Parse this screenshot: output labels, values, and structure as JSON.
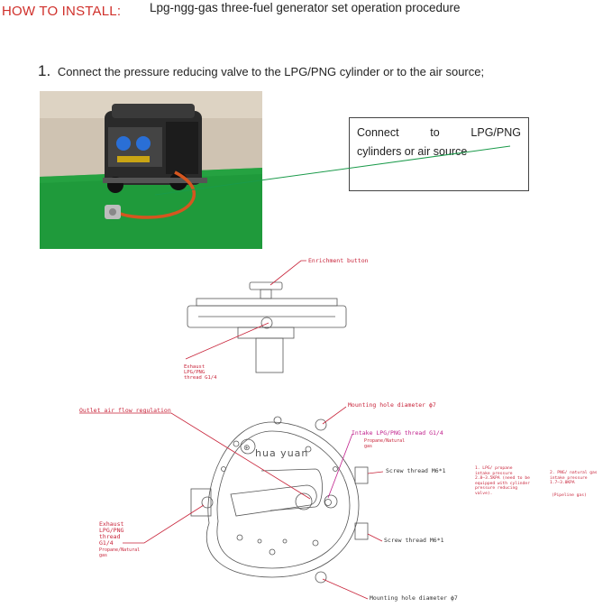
{
  "header": {
    "install_label": "HOW TO INSTALL:",
    "title": "Lpg-ngg-gas three-fuel generator set operation procedure"
  },
  "step1": {
    "number": "1.",
    "text": "Connect the pressure reducing valve to the LPG/PNG cylinder or to the air source;"
  },
  "photo": {
    "callout_line1_a": "Connect",
    "callout_line1_b": "to",
    "callout_line1_c": "LPG/PNG",
    "callout_line2": "cylinders or air source"
  },
  "diagram_top": {
    "enrichment": "Enrichment button",
    "exhaust": [
      "Exhaust",
      "LPG/PNG",
      "thread G1/4"
    ]
  },
  "diagram_bottom": {
    "outlet": "Outlet air flow regulation",
    "mounting_top": "Mounting hole diameter ϕ7",
    "intake": "Intake LPG/PNG thread G1/4",
    "intake_sub": [
      "Propane/Natural",
      "gas"
    ],
    "screw_top": "Screw thread M6*1",
    "screw_bottom": "Screw thread M6*1",
    "mounting_bottom": "Mounting hole diameter ϕ7",
    "logo": "hua yuan",
    "exhaust": [
      "Exhaust",
      "LPG/PNG",
      "thread",
      "G1/4"
    ],
    "exhaust_sub": [
      "Propane/Natural",
      "gas"
    ],
    "note1": [
      "1.    LPG/ propane",
      "intake pressure",
      "2.8–3.5KPA (need to be",
      "equipped with cylinder",
      "pressure reducing",
      "valve)."
    ],
    "note2": [
      "2.    PNG/ natural gas",
      "intake pressure",
      "1.7–3.0KPA"
    ],
    "note2_sub": "(Pipeline gas)"
  }
}
